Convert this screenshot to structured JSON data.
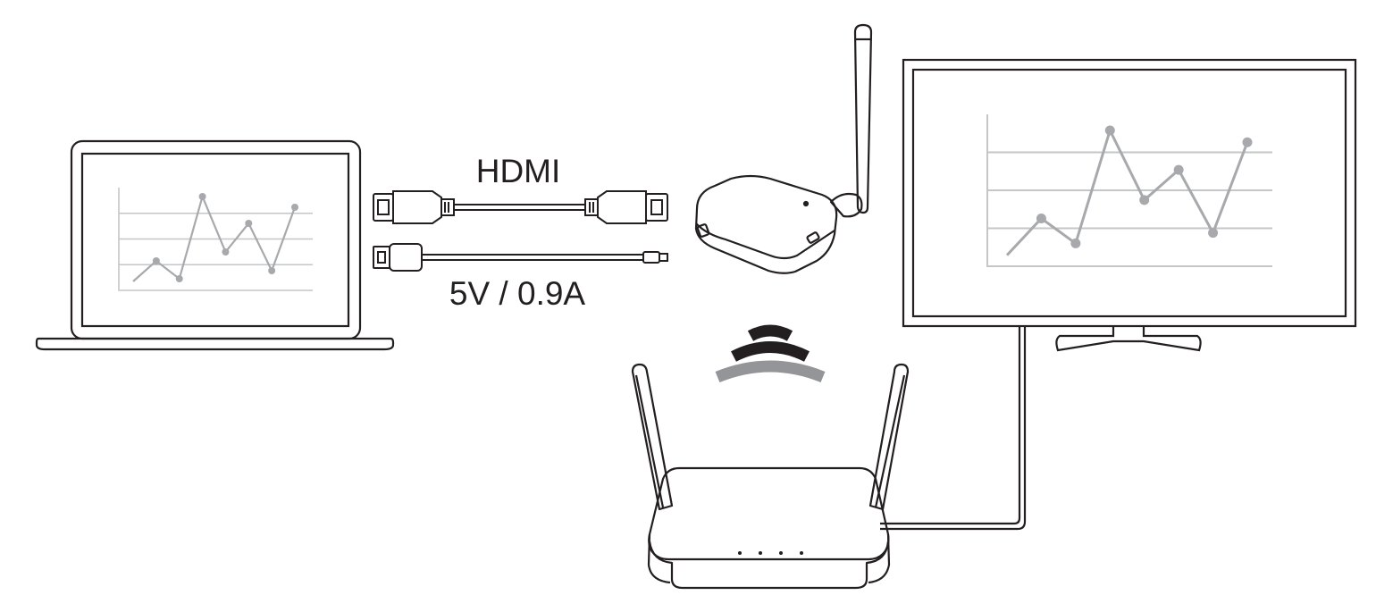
{
  "labels": {
    "hdmi": "HDMI",
    "power": "5V / 0.9A"
  },
  "laptop_chart": {
    "type": "line",
    "values": [
      0.05,
      0.28,
      0.08,
      1.0,
      0.38,
      0.7,
      0.17,
      0.88
    ],
    "grid_lines": 4
  },
  "tv_chart": {
    "type": "line",
    "values": [
      0.05,
      0.33,
      0.14,
      1.0,
      0.47,
      0.7,
      0.22,
      0.91
    ],
    "grid_lines": 4
  },
  "colors": {
    "line": "#231f20",
    "chart": "#a7a9ac",
    "grid": "#c4c6c8",
    "signal_dark": "#231f20",
    "signal_light": "#939598"
  }
}
